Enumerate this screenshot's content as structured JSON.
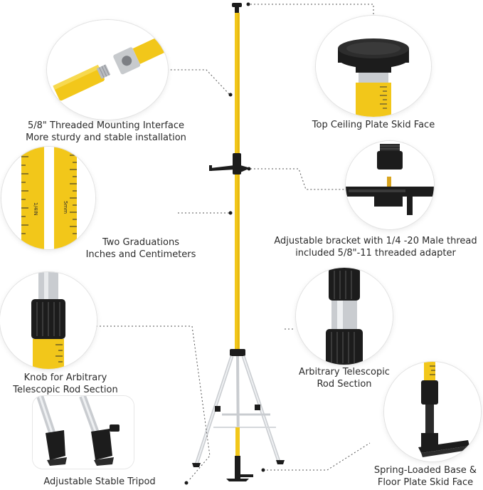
{
  "colors": {
    "rod_yellow": "#f2c71a",
    "rod_yellow_dark": "#d8a90c",
    "rod_black": "#1c1c1c",
    "rod_silver": "#c9ccd0",
    "leader": "#555555"
  },
  "callouts": {
    "threaded_interface": {
      "line1": "5/8\" Threaded Mounting Interface",
      "line2": "More sturdy and stable installation"
    },
    "top_plate": {
      "line1": "Top Ceiling Plate Skid Face"
    },
    "graduations": {
      "line1": "Two Graduations",
      "line2": "Inches and Centimeters",
      "scale_left": "1/4IN",
      "scale_right": "5mm"
    },
    "bracket": {
      "line1": "Adjustable bracket with 1/4 -20 Male thread",
      "line2": "included 5/8\"-11 threaded adapter"
    },
    "knob": {
      "line1": "Knob for Arbitrary",
      "line2": "Telescopic Rod Section"
    },
    "telescopic": {
      "line1": "Arbitrary Telescopic",
      "line2": "Rod Section"
    },
    "tripod": {
      "line1": "Adjustable Stable Tripod"
    },
    "base": {
      "line1": "Spring-Loaded Base &",
      "line2": "Floor Plate Skid Face"
    }
  }
}
